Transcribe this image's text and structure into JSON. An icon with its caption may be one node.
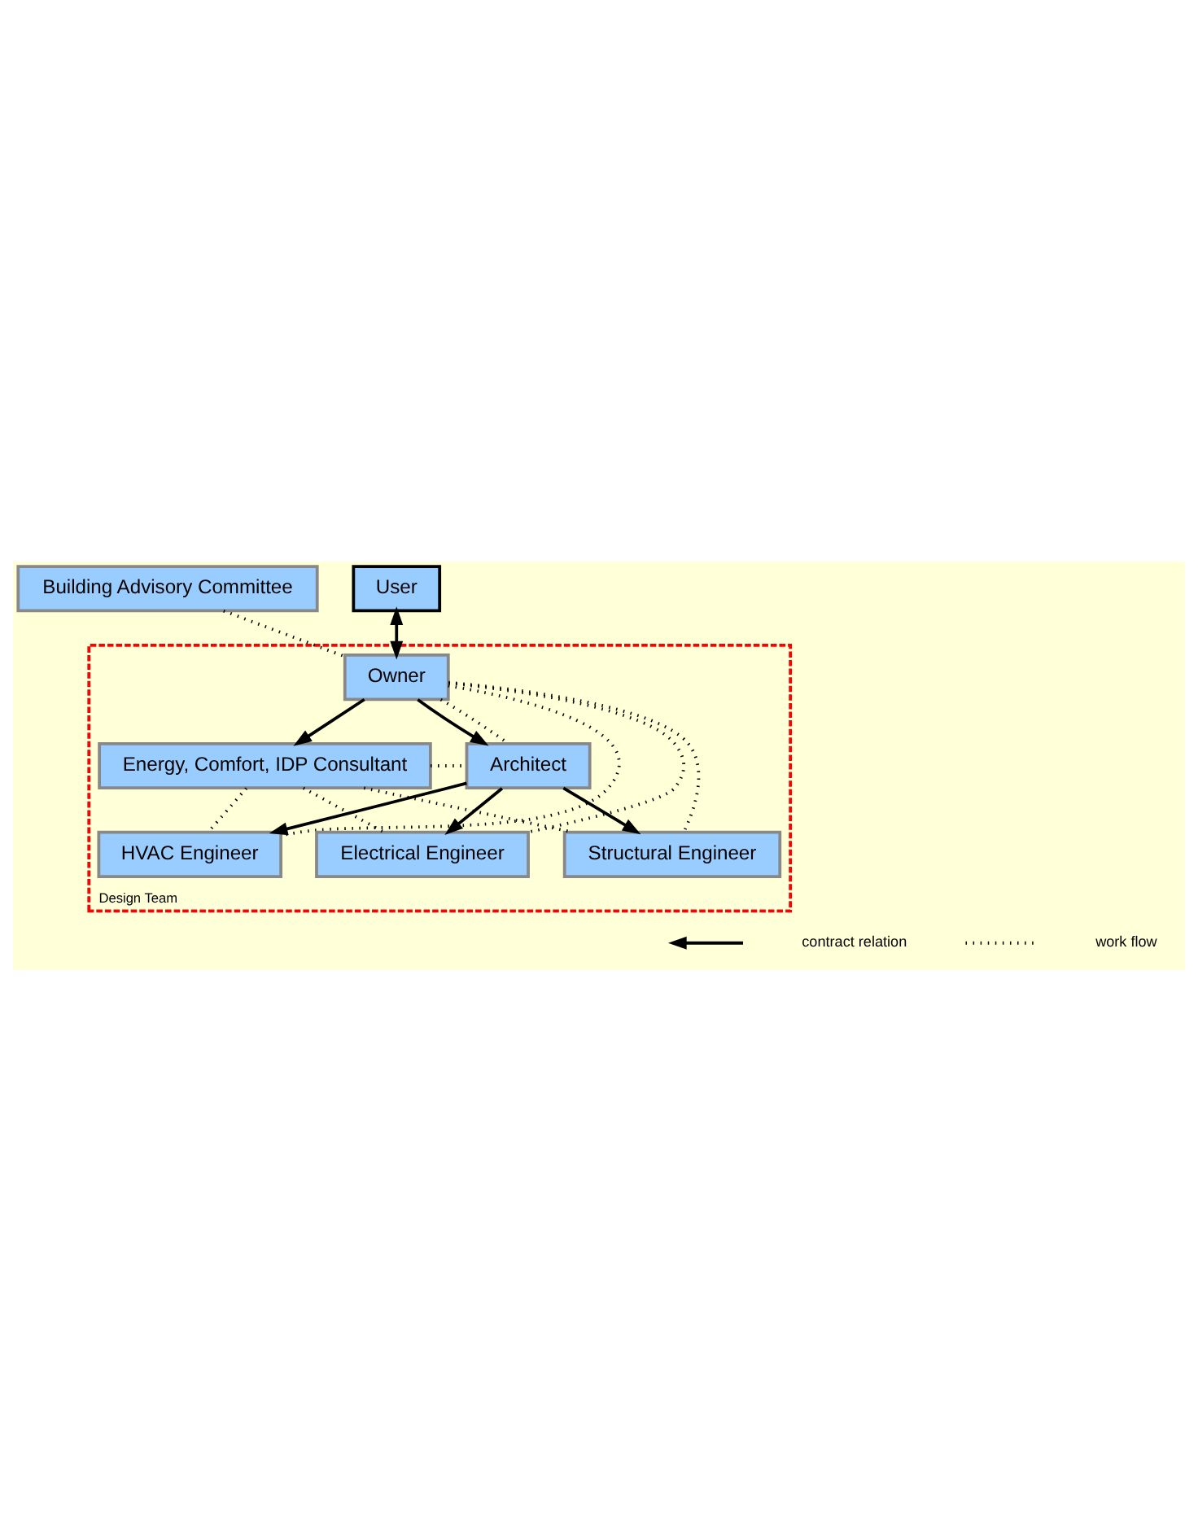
{
  "diagram": {
    "nodes": [
      {
        "text": [
          "Building Advisory Committee"
        ]
      },
      {
        "text": [
          "User"
        ]
      },
      {
        "text": [
          "Design Team"
        ]
      },
      {
        "text": [
          "Owner"
        ],
        "in": 2
      },
      {
        "text": [
          "Energy, Comfort, IDP Consultant"
        ],
        "in": 2
      },
      {
        "text": [
          "Architect"
        ],
        "in": 2
      },
      {
        "text": [
          "HVAC Engineer"
        ],
        "in": 2
      },
      {
        "text": [
          "Electrical Engineer"
        ],
        "in": 2
      },
      {
        "text": [
          "Structural Engineer"
        ],
        "in": 2
      }
    ],
    "edges": [
      {
        "from": 1,
        "to": 3,
        "arrow": "both"
      },
      {
        "from": 0,
        "to": 3,
        "arrow": "none",
        "style": "dashed"
      },
      {
        "from": 3,
        "to": 4,
        "arrow": "to"
      },
      {
        "from": 3,
        "to": 5,
        "arrow": "to"
      },
      {
        "from": 5,
        "to": 6,
        "arrow": "to"
      },
      {
        "from": 5,
        "to": 7,
        "arrow": "to"
      },
      {
        "from": 5,
        "to": 8,
        "arrow": "to"
      },
      {
        "from": 4,
        "to": 5,
        "arrow": "none",
        "style": "dashed"
      },
      {
        "from": 4,
        "to": 6,
        "arrow": "none",
        "style": "dashed"
      },
      {
        "from": 4,
        "to": 7,
        "arrow": "none",
        "style": "dashed"
      },
      {
        "from": 4,
        "to": 8,
        "arrow": "none",
        "style": "dashed"
      },
      {
        "from": 3,
        "to": 5,
        "arrow": "none",
        "style": "dashed"
      },
      {
        "from": 3,
        "to": 6,
        "arrow": "none",
        "style": "dashed"
      },
      {
        "from": 3,
        "to": 7,
        "arrow": "none",
        "style": "dashed"
      },
      {
        "from": 3,
        "to": 8,
        "arrow": "none",
        "style": "dashed"
      }
    ],
    "legend": [
      {
        "text": "contract relation"
      },
      {
        "text": "work flow"
      }
    ]
  }
}
